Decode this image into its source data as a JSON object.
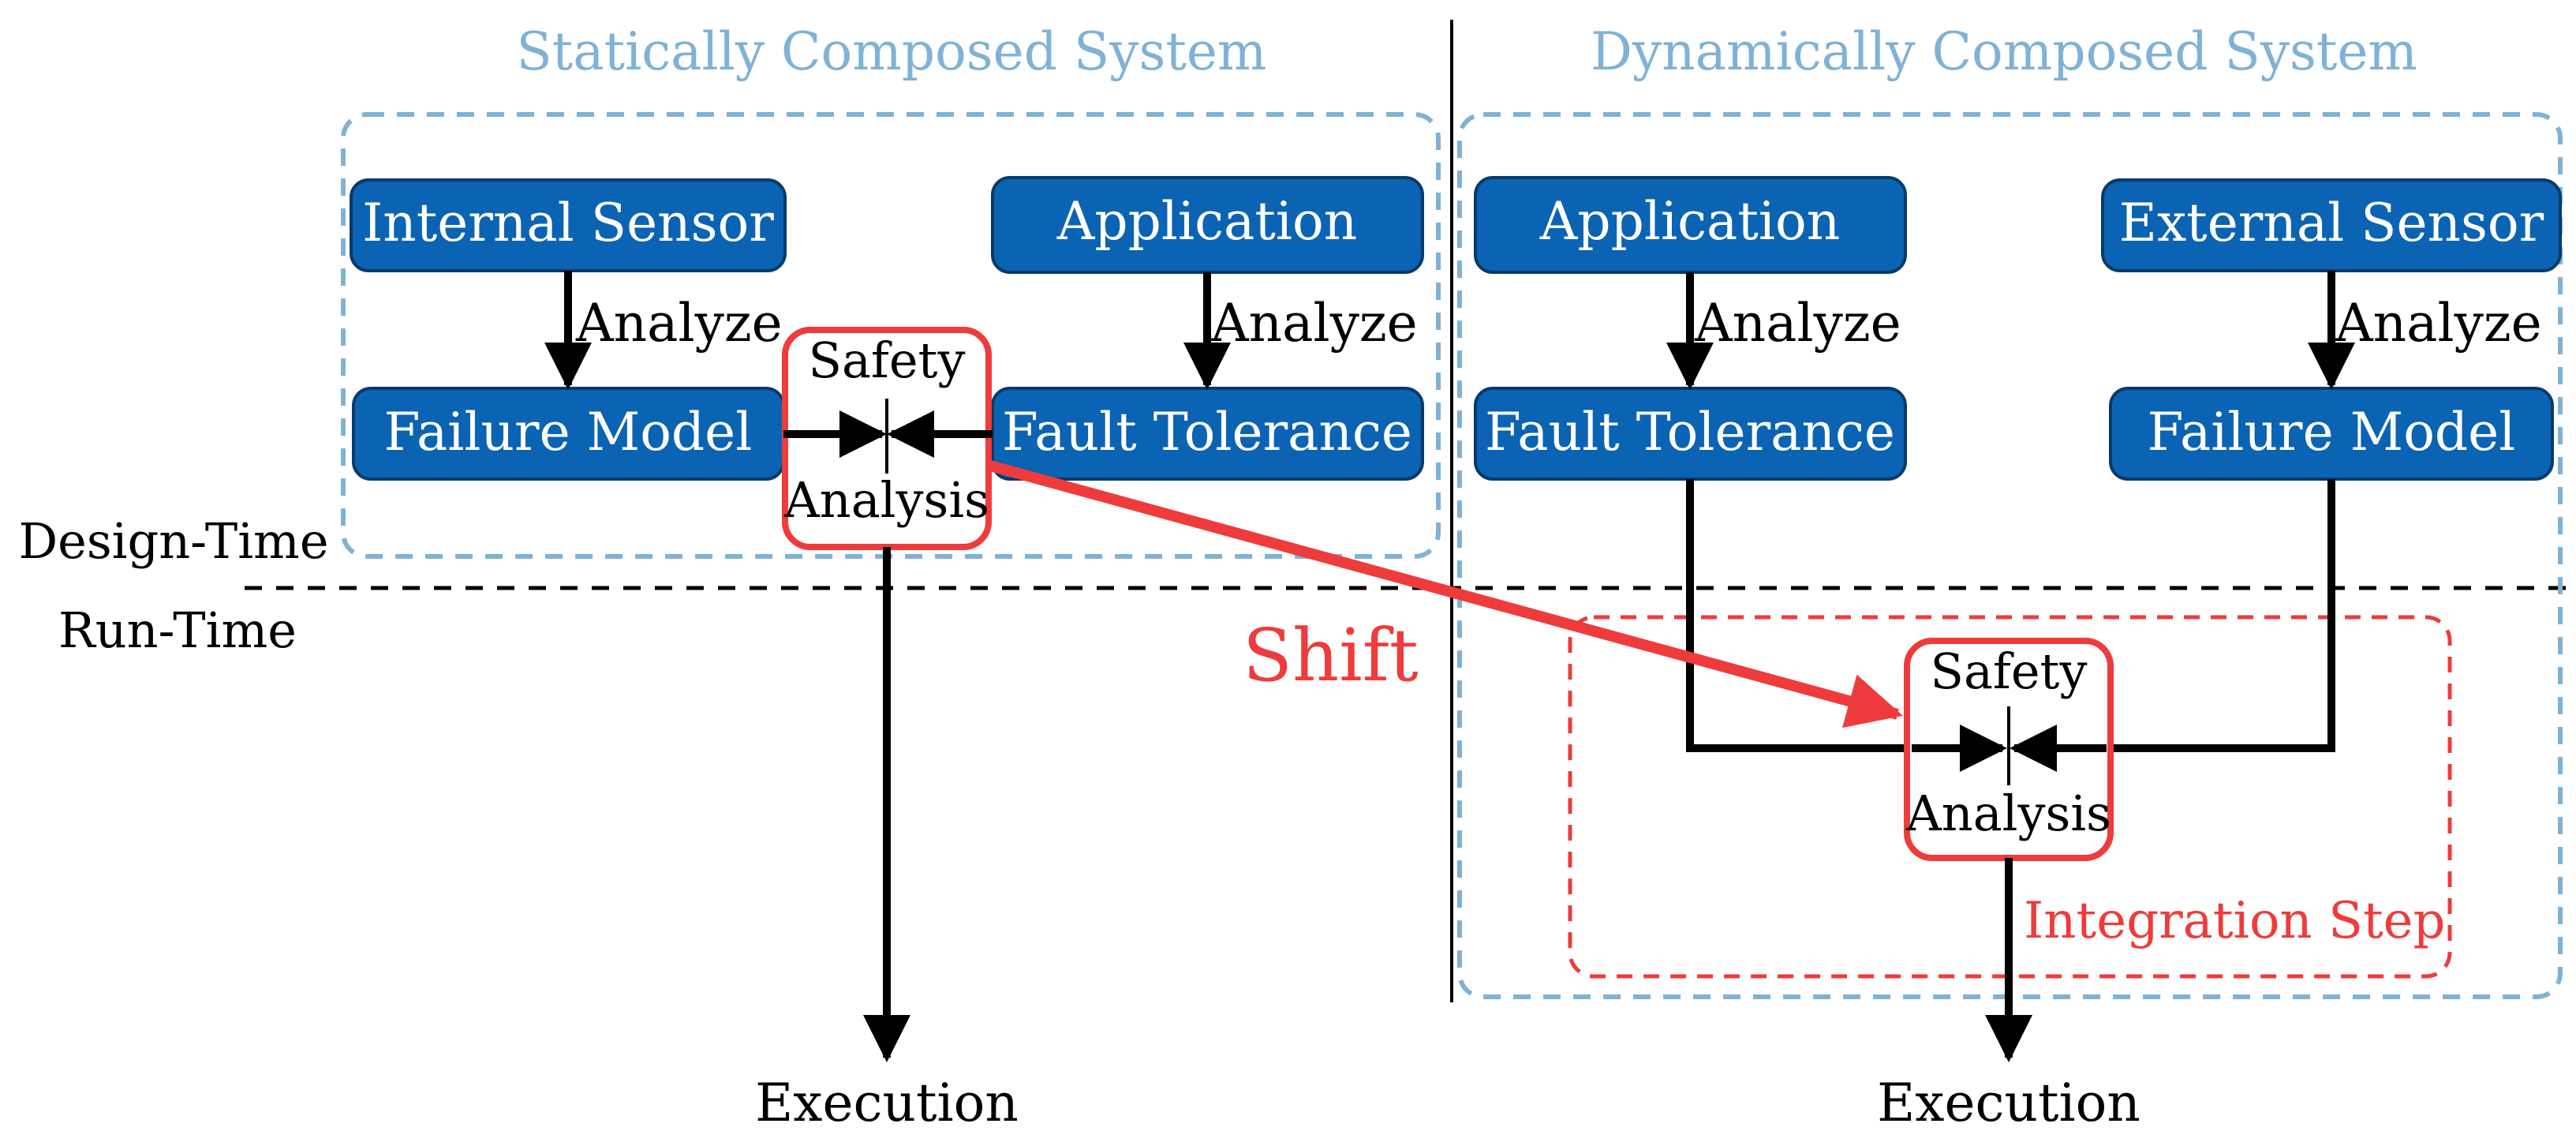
{
  "colors": {
    "box_fill": "#0b63b3",
    "box_stroke": "#083a6b",
    "box_text": "#ffffff",
    "title_blue": "#7fb2d6",
    "dashed_blue": "#7fb2d6",
    "red": "#ef3b3b",
    "black": "#000000"
  },
  "left": {
    "title": "Statically Composed System",
    "internal_sensor": "Internal Sensor",
    "application": "Application",
    "failure_model": "Failure Model",
    "fault_tolerance": "Fault Tolerance",
    "analyze_1": "Analyze",
    "analyze_2": "Analyze",
    "safety": "Safety",
    "analysis": "Analysis",
    "execution": "Execution"
  },
  "right": {
    "title": "Dynamically Composed System",
    "application": "Application",
    "external_sensor": "External Sensor",
    "fault_tolerance": "Fault Tolerance",
    "failure_model": "Failure Model",
    "analyze_1": "Analyze",
    "analyze_2": "Analyze",
    "safety": "Safety",
    "analysis": "Analysis",
    "execution": "Execution",
    "integration_step": "Integration Step"
  },
  "labels": {
    "design_time": "Design-Time",
    "run_time": "Run-Time",
    "shift": "Shift"
  }
}
